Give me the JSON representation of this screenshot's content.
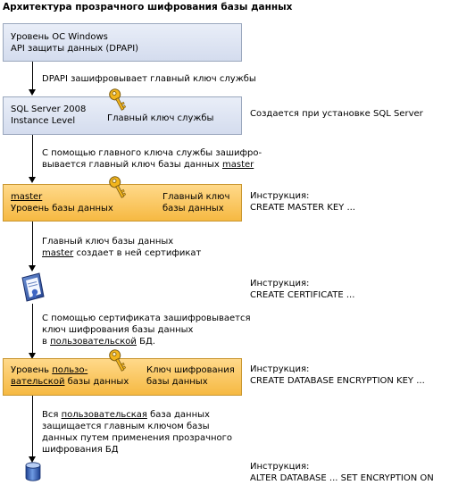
{
  "title": "Архитектура прозрачного шифрования базы данных",
  "boxes": {
    "windows": {
      "line1": "Уровень ОС Windows",
      "line2": "API защиты данных (DPAPI)"
    },
    "sqlserver": {
      "line1": "SQL Server 2008",
      "line2": "Instance Level",
      "key_label": "Главный ключ службы"
    },
    "master": {
      "line1": "master",
      "line2": "Уровень базы данных",
      "key_label_1": "Главный ключ",
      "key_label_2": "базы данных"
    },
    "userdb": {
      "line1_a": "Уровень ",
      "line1_b": "пользо-",
      "line2_a": "вательской",
      "line2_b": " базы данных",
      "key_label_1": "Ключ шифрования",
      "key_label_2": "базы данных"
    }
  },
  "arrows": {
    "a1": {
      "line1": "DPAPI зашифровывает главный ключ службы"
    },
    "a2": {
      "line1": "С помощью главного ключа службы зашифро-",
      "line2_a": "вывается главный ключ базы данных ",
      "line2_b": "master"
    },
    "a3": {
      "line1": "Главный ключ базы данных",
      "line2_a": "master",
      "line2_b": " создает в ней сертификат"
    },
    "a4": {
      "line1": "С помощью сертификата зашифровывается",
      "line2": "ключ шифрования базы данных",
      "line3_a": "в ",
      "line3_b": "пользовательской",
      "line3_c": " БД."
    },
    "a5": {
      "line1_a": "Вся ",
      "line1_b": "пользовательская",
      "line1_c": " база данных",
      "line2": "защищается главным ключом базы",
      "line3": "данных путем применения прозрачного",
      "line4": "шифрования БД"
    }
  },
  "notes": {
    "sql_install": "Создается при установке SQL Server",
    "master_label": "Инструкция:",
    "master_stmt": "CREATE MASTER KEY ...",
    "cert_label": "Инструкция:",
    "cert_stmt": "CREATE CERTIFICATE ...",
    "dek_label": "Инструкция:",
    "dek_stmt": "CREATE DATABASE ENCRYPTION KEY ...",
    "alter_label": "Инструкция:",
    "alter_stmt": "ALTER DATABASE ... SET ENCRYPTION ON"
  },
  "icons": {
    "keys": "key-icon",
    "certificate": "certificate-icon",
    "database": "database-icon"
  },
  "colors": {
    "blue_box": "#dde4f2",
    "gold_box": "#f9c55a",
    "border_blue": "#9aa7bd",
    "border_gold": "#c8962f"
  }
}
